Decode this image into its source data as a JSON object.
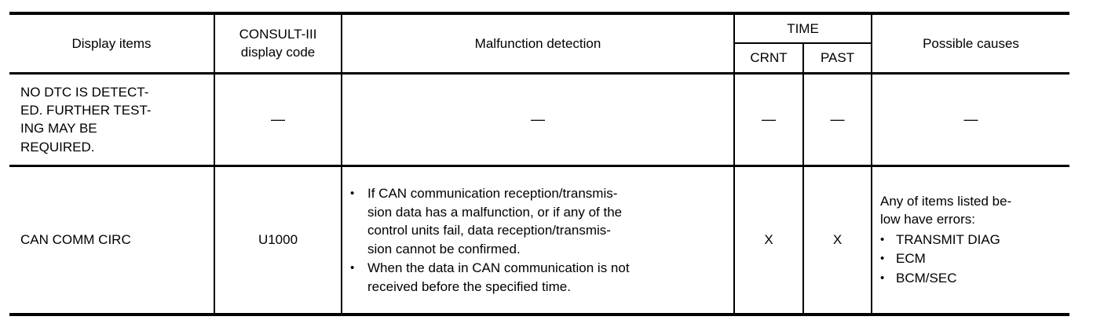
{
  "table": {
    "headers": {
      "display_items": "Display items",
      "consult_code": "CONSULT-III\ndisplay code",
      "malfunction_detection": "Malfunction detection",
      "time": "TIME",
      "crnt": "CRNT",
      "past": "PAST",
      "possible_causes": "Possible causes"
    },
    "bullet_char": "•",
    "rows": [
      {
        "display_item": "NO DTC IS DETECT-\nED. FURTHER TEST-\nING MAY BE\nREQUIRED.",
        "code": "—",
        "malfunction": "—",
        "crnt": "—",
        "past": "—",
        "causes": "—"
      },
      {
        "display_item": "CAN COMM CIRC",
        "code": "U1000",
        "malfunction_bullets": [
          "If CAN communication reception/transmis-\nsion data has a malfunction, or if any of the\ncontrol units fail, data reception/transmis-\nsion cannot be confirmed.",
          "When the data in CAN communication is not\nreceived before the specified time."
        ],
        "crnt": "X",
        "past": "X",
        "causes_intro": "Any of items listed be-\nlow have errors:",
        "causes_bullets": [
          "TRANSMIT DIAG",
          "ECM",
          "BCM/SEC"
        ]
      }
    ]
  }
}
